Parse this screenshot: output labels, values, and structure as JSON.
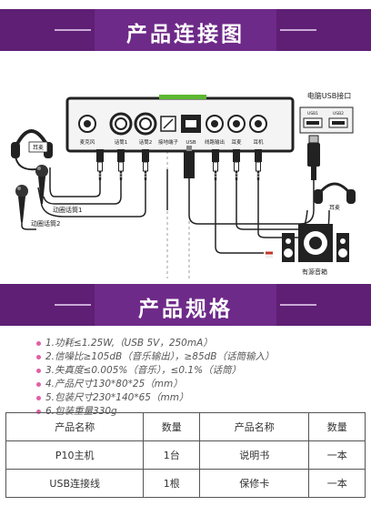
{
  "title_connection": "产品连接图",
  "title_specs": "产品规格",
  "diagram": {
    "labels": {
      "earphone": "耳麦",
      "mic1": "动圈话筒1",
      "mic2": "动圈话筒2",
      "pc_usb": "电脑USB接口",
      "usb1": "USB1",
      "usb2": "USB2",
      "headphone": "耳麦",
      "speakers": "有源音箱"
    },
    "ports": [
      "麦克风",
      "话筒1",
      "话筒2",
      "接地端子",
      "USB",
      "线路输出",
      "耳麦",
      "耳机"
    ]
  },
  "specs": [
    "1.功耗≤1.25W,（USB 5V，250mA）",
    "2.信噪比≥105dB（音乐输出），≥85dB（话筒输入）",
    "3.失真度≤0.005%（音乐），≤0.1%（话筒）",
    "4.产品尺寸130*80*25（mm）",
    "5.包装尺寸230*140*65（mm）",
    "6.包装重量330g"
  ],
  "packing_table": {
    "rows": [
      [
        "产品名称",
        "数量",
        "产品名称",
        "数量"
      ],
      [
        "P10主机",
        "1台",
        "说明书",
        "一本"
      ],
      [
        "USB连接线",
        "1根",
        "保修卡",
        "一本"
      ]
    ]
  },
  "colors": {
    "banner": "#5e1f74",
    "bullet": "#e05fa6"
  }
}
